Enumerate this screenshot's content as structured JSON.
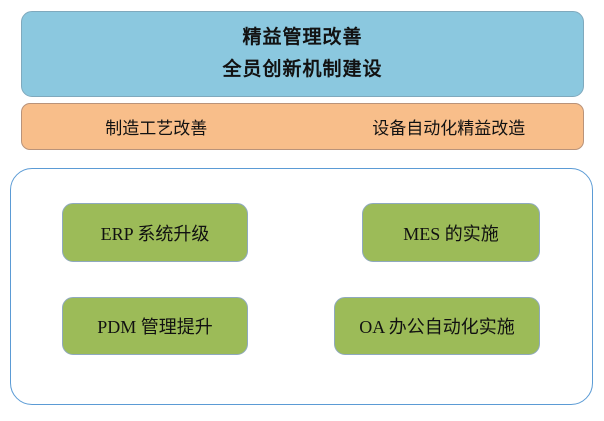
{
  "diagram": {
    "type": "hierarchy-block-diagram",
    "background_color": "#FFFFFF",
    "banner_top": {
      "fill_color": "#8BC8DF",
      "border_color": "#7FA9BD",
      "lines": [
        "精益管理改善",
        "全员创新机制建设"
      ]
    },
    "banner_second": {
      "fill_color": "#F8BE8A",
      "border_color": "#B9937A",
      "cells": [
        "制造工艺改善",
        "设备自动化精益改造"
      ]
    },
    "container": {
      "border_color": "#5B9BD5",
      "fill_color": "#FFFFFF"
    },
    "items": {
      "fill_color": "#9CBB58",
      "border_color": "#8FA9BE",
      "list": [
        {
          "label": "ERP 系统升级"
        },
        {
          "label": "MES 的实施"
        },
        {
          "label": "PDM 管理提升"
        },
        {
          "label": "OA 办公自动化实施"
        }
      ]
    }
  }
}
